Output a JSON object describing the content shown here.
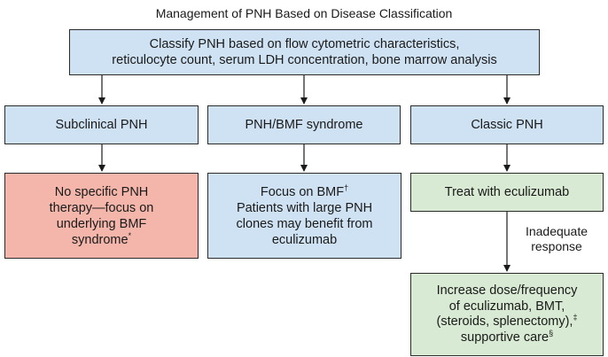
{
  "title": "Management of PNH Based on Disease Classification",
  "root": {
    "line1": "Classify PNH based on flow cytometric characteristics,",
    "line2": "reticulocyte count, serum LDH concentration, bone marrow analysis"
  },
  "categories": [
    "Subclinical PNH",
    "PNH/BMF syndrome",
    "Classic PNH"
  ],
  "subclinical_treatment": {
    "line1": "No specific PNH",
    "line2": "therapy—focus on",
    "line3": "underlying BMF",
    "line4": "syndrome",
    "mark": "*"
  },
  "pnh_bmf_treatment": {
    "line1": "Focus on BMF",
    "mark1": "†",
    "line2": "Patients with large PNH",
    "line3": "clones may benefit from",
    "line4": "eculizumab"
  },
  "classic_treatment": "Treat with eculizumab",
  "inadequate_label": {
    "line1": "Inadequate",
    "line2": "response"
  },
  "escalation": {
    "line1": "Increase dose/frequency",
    "line2": "of eculizumab, BMT,",
    "line3": "(steroids, splenectomy),",
    "mark3": "‡",
    "line4": "supportive care",
    "mark4": "§"
  },
  "colors": {
    "blue_box": "#cfe2f3",
    "red_box": "#f4b6aa",
    "green_box": "#d8ead3",
    "border": "#2b2b2b"
  }
}
